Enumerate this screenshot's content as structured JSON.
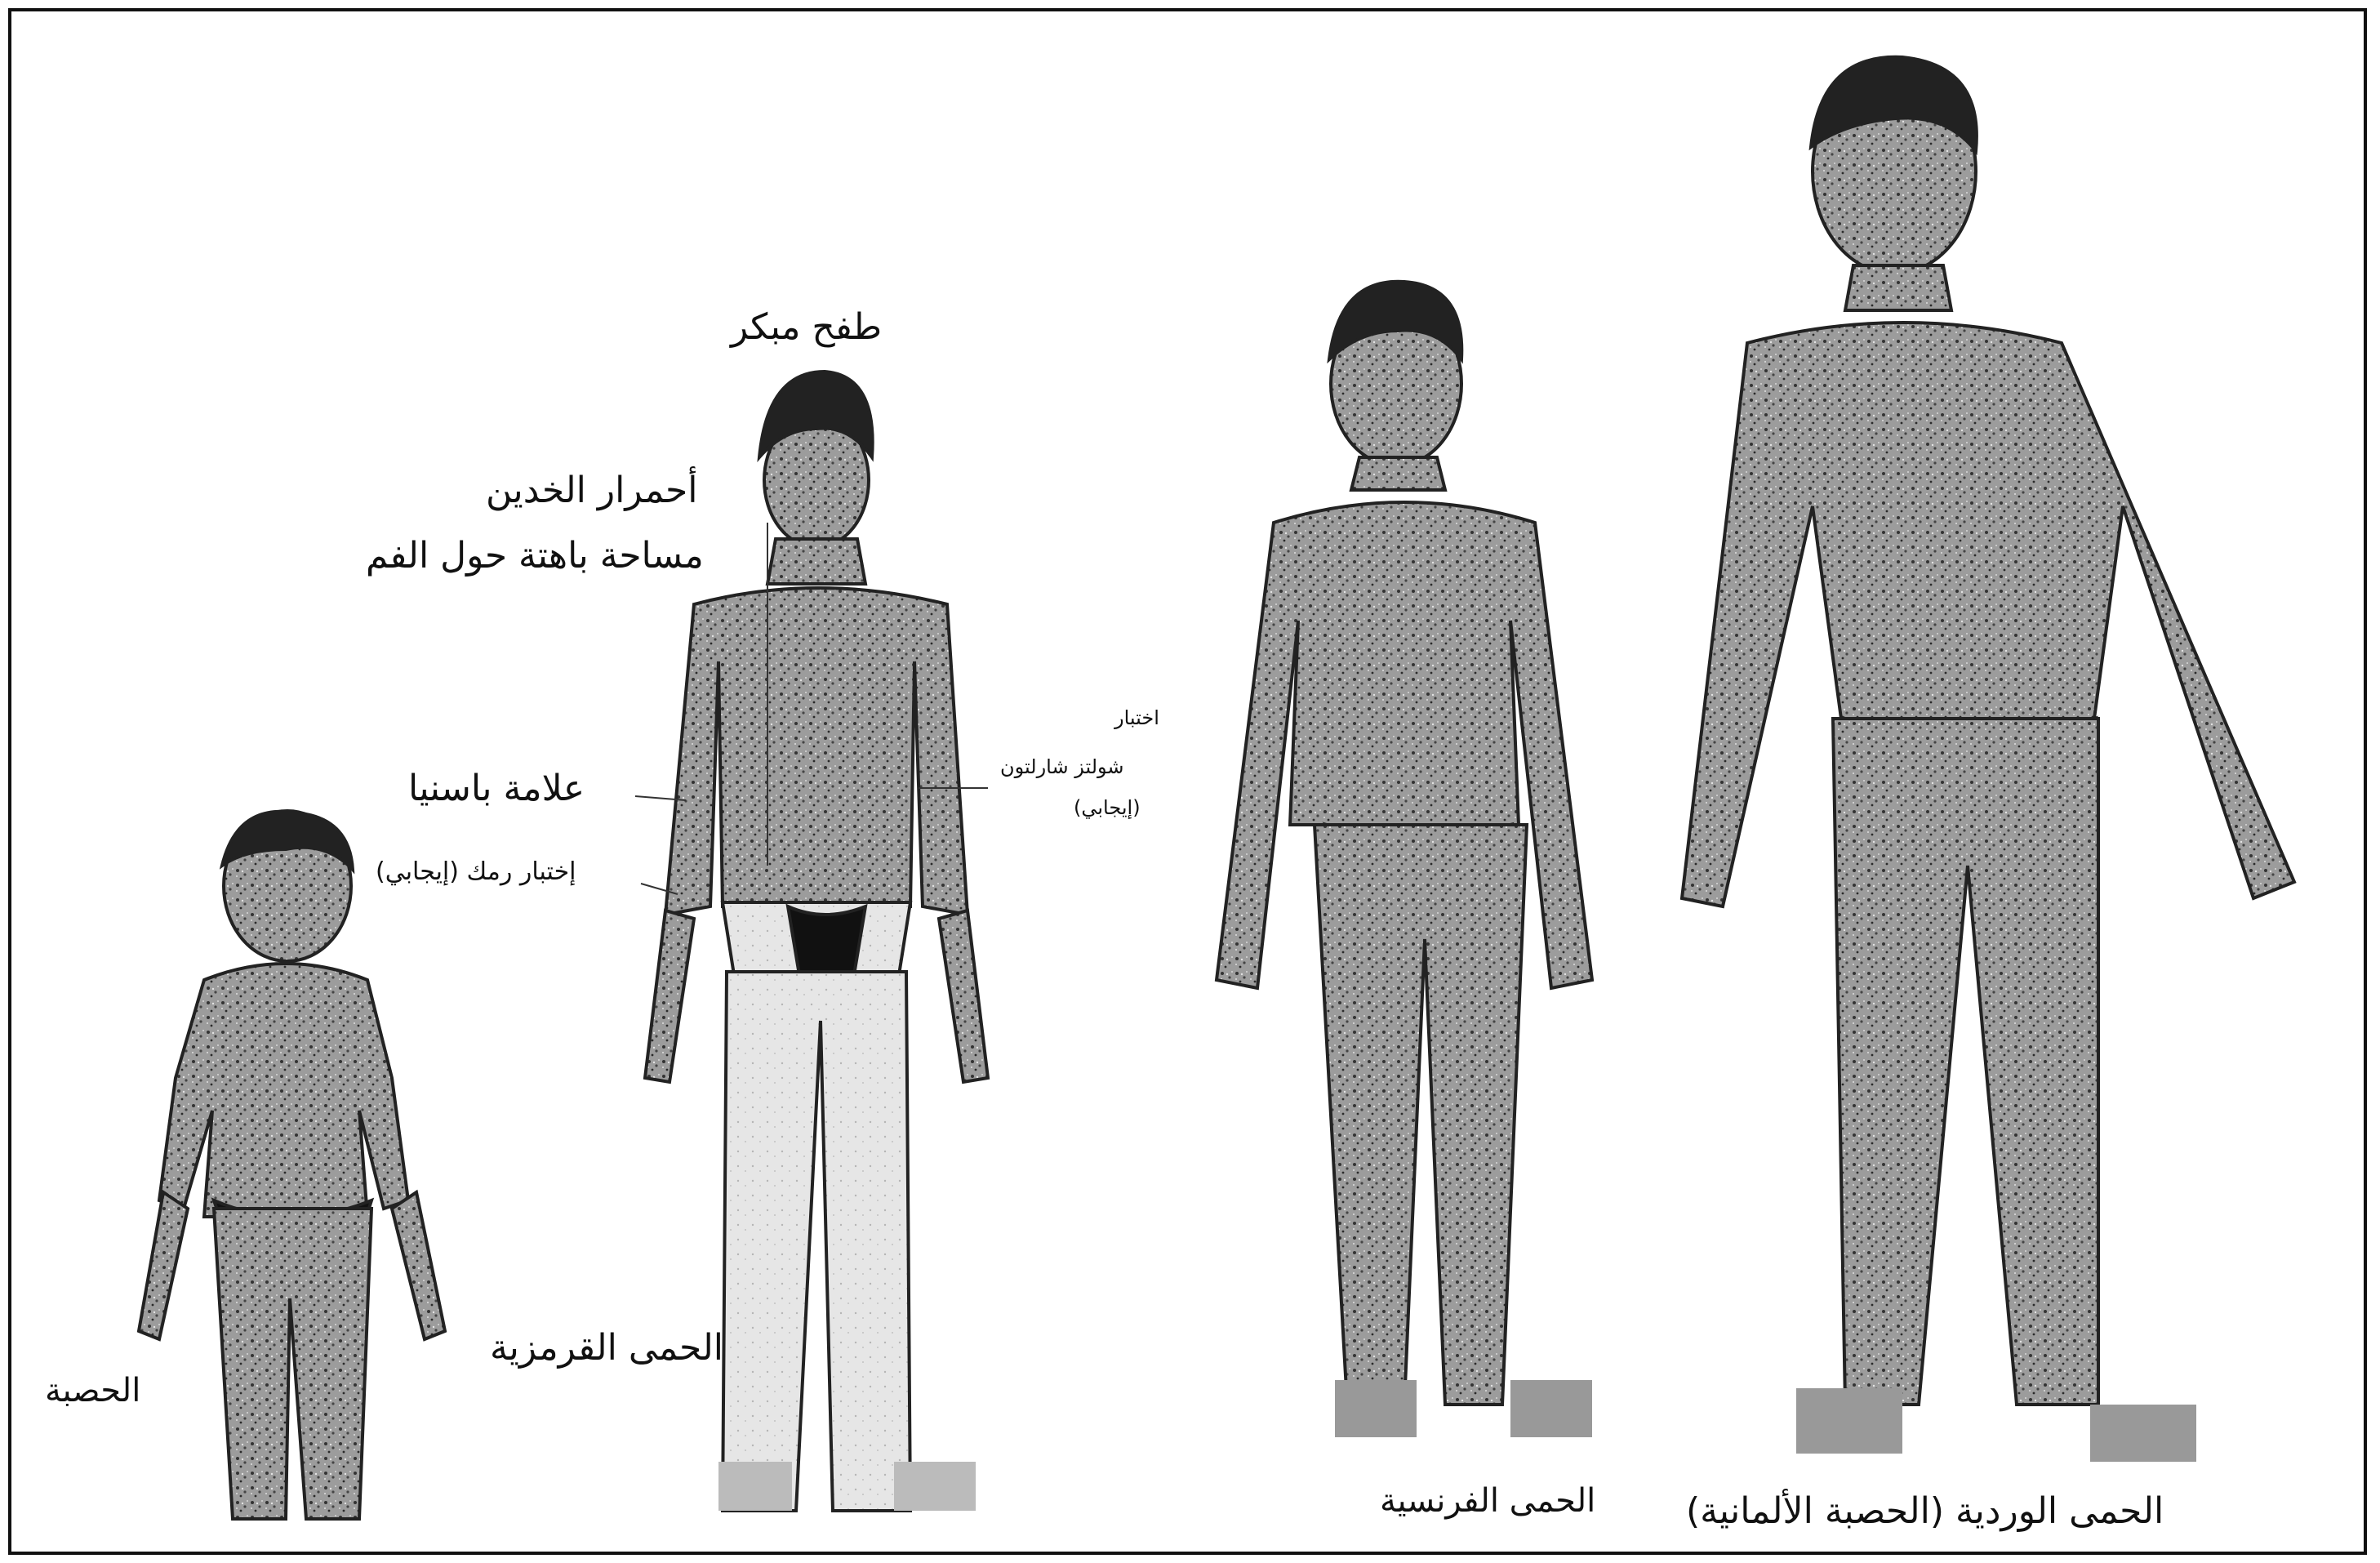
{
  "labels": {
    "early_rash": "طفح مبكر",
    "flushed_cheeks": "أحمرار الخدين",
    "pale_mouth": "مساحة باهتة حول الفم",
    "pastia": "علامة باسنيا",
    "rumpel": "إختبار رمك (إيجابي)",
    "schultz_line1": "اختبار",
    "schultz_line2": "شولتز شارلتون",
    "schultz_line3": "(إيجابي)",
    "measles": "الحصبة",
    "scarlet": "الحمى القرمزية",
    "fourth": "الحمى الفرنسية",
    "rubella": "الحمى الوردية (الحصبة الألمانية)"
  }
}
